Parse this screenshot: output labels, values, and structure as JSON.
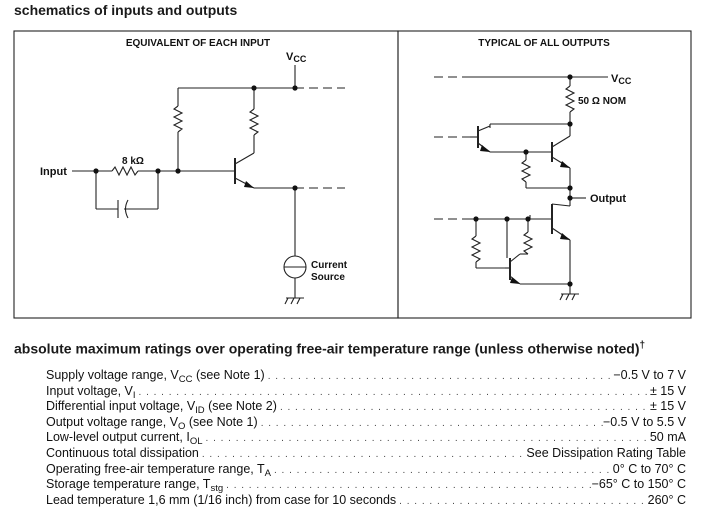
{
  "headings": {
    "schematics": "schematics of inputs and outputs",
    "ratings": "absolute maximum ratings over operating free-air temperature range (unless otherwise noted)",
    "ratings_mark": "†"
  },
  "input_panel": {
    "title": "EQUIVALENT OF EACH INPUT",
    "vcc_main": "V",
    "vcc_sub": "CC",
    "input_label": "Input",
    "resistor_label": "8 kΩ",
    "current_source_line1": "Current",
    "current_source_line2": "Source"
  },
  "output_panel": {
    "title": "TYPICAL OF ALL OUTPUTS",
    "vcc_main": "V",
    "vcc_sub": "CC",
    "resistor_label": "50 Ω  NOM",
    "output_label": "Output"
  },
  "ratings": [
    {
      "pre": "Supply voltage range, V",
      "sub": "CC",
      "post": " (see Note 1)",
      "value": "−0.5 V to 7 V"
    },
    {
      "pre": "Input voltage, V",
      "sub": "I",
      "post": "",
      "value": "± 15 V"
    },
    {
      "pre": "Differential input voltage, V",
      "sub": "ID",
      "post": " (see Note 2)",
      "value": "± 15 V"
    },
    {
      "pre": "Output voltage range, V",
      "sub": "O",
      "post": " (see Note 1)",
      "value": "−0.5 V to 5.5 V"
    },
    {
      "pre": "Low-level output current, I",
      "sub": "OL",
      "post": "",
      "value": "50 mA"
    },
    {
      "pre": "Continuous total dissipation",
      "sub": "",
      "post": "",
      "value": "See Dissipation Rating Table"
    },
    {
      "pre": "Operating free-air temperature range, T",
      "sub": "A",
      "post": "",
      "value": "0° C to 70° C"
    },
    {
      "pre": "Storage temperature range, T",
      "sub": "stg",
      "post": "",
      "value": "−65° C to 150° C"
    },
    {
      "pre": "Lead temperature 1,6 mm (1/16 inch) from case for 10 seconds",
      "sub": "",
      "post": "",
      "value": "260° C"
    }
  ]
}
